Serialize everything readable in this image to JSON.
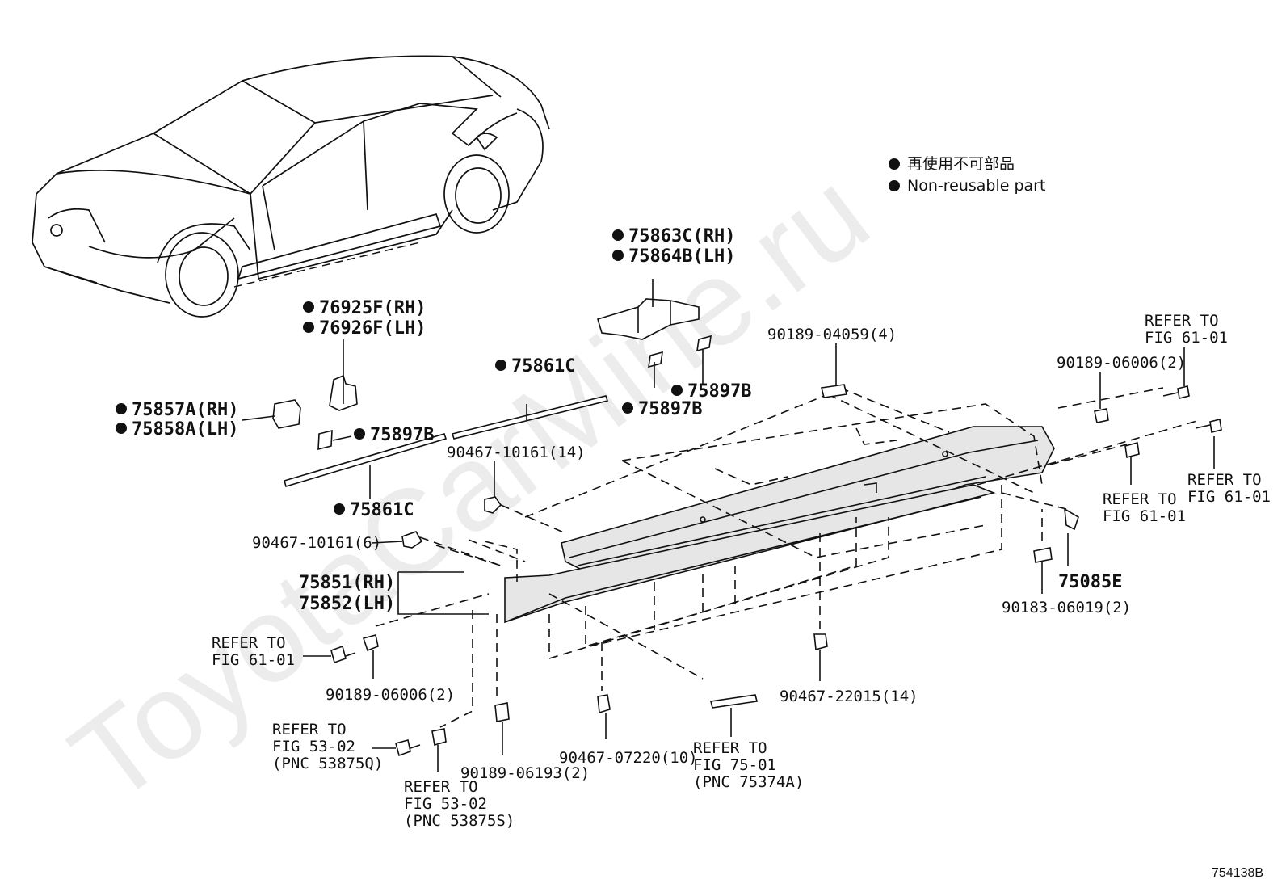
{
  "legend": {
    "jp": "再使用不可部品",
    "en": "Non-reusable part"
  },
  "watermark": "ToyotaCarMine.ru",
  "figure_id": "754138B",
  "parts": {
    "p75863C": "75863C(RH)",
    "p75864B": "75864B(LH)",
    "p76925F": "76925F(RH)",
    "p76926F": "76926F(LH)",
    "p75861C_top": "75861C",
    "p75861C_bot": "75861C",
    "p75857A": "75857A(RH)",
    "p75858A": "75858A(LH)",
    "p75897B_a": "75897B",
    "p75897B_b": "75897B",
    "p75897B_c": "75897B",
    "p90189_04059": "90189-04059(4)",
    "p90189_06006_r": "90189-06006(2)",
    "p90467_10161_14": "90467-10161(14)",
    "p90467_10161_6": "90467-10161(6)",
    "p75851": "75851(RH)",
    "p75852": "75852(LH)",
    "p75085E": "75085E",
    "p90183_06019": "90183-06019(2)",
    "p90189_06006_l": "90189-06006(2)",
    "p90467_22015": "90467-22015(14)",
    "p90467_07220": "90467-07220(10)",
    "p90189_06193": "90189-06193(2)"
  },
  "refs": {
    "r1_a": "REFER TO",
    "r1_b": "FIG 61-01",
    "r2_a": "REFER TO",
    "r2_b": "FIG 61-01",
    "r3_a": "REFER TO",
    "r3_b": "FIG 61-01",
    "r4_a": "REFER TO",
    "r4_b": "FIG 61-01",
    "r5_a": "REFER TO",
    "r5_b": "FIG 53-02",
    "r5_c": "(PNC 53875Q)",
    "r6_a": "REFER TO",
    "r6_b": "FIG 53-02",
    "r6_c": "(PNC 53875S)",
    "r7_a": "REFER TO",
    "r7_b": "FIG 75-01",
    "r7_c": "(PNC 75374A)"
  }
}
